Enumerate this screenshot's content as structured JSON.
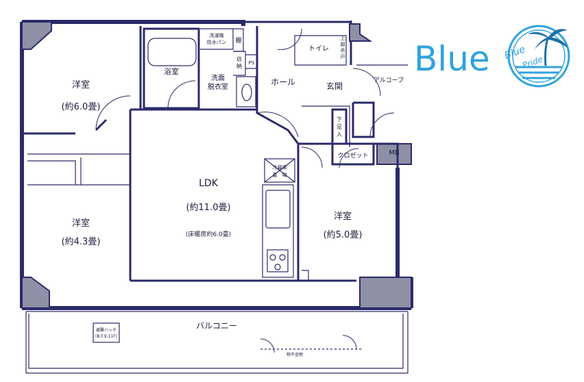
{
  "floorplan": {
    "rooms": {
      "western_nw": {
        "name": "洋室",
        "size": "(約6.0畳)"
      },
      "western_w": {
        "name": "洋室",
        "size": "(約4.3畳)"
      },
      "western_e": {
        "name": "洋室",
        "size": "(約5.0畳)"
      },
      "ldk": {
        "name": "LDK",
        "size": "(約11.0畳)",
        "note": "(床暖房約6.0畳)"
      },
      "bath": {
        "name": "浴室"
      },
      "washroom": {
        "line1": "洗面",
        "line2": "脱衣室"
      },
      "laundry": {
        "line1": "洗濯機",
        "line2": "防水パン"
      },
      "shelf": {
        "name": "棚"
      },
      "storage": {
        "line1": "収",
        "line2": "納"
      },
      "ps": {
        "name": "PS"
      },
      "hall": {
        "name": "ホール"
      },
      "entrance": {
        "name": "玄関"
      },
      "toilet": {
        "name": "トイレ"
      },
      "upper_storage": {
        "chars": [
          "上",
          "部",
          "吊",
          "戸"
        ]
      },
      "shoe": {
        "chars": [
          "下",
          "足",
          "入"
        ]
      },
      "alcove": {
        "name": "アルコーブ"
      },
      "mb": {
        "name": "MB"
      },
      "closet": {
        "name": "クロゼット"
      },
      "fridge": {
        "line1": "冷蔵庫",
        "line2": "置　場"
      },
      "balcony": {
        "name": "バルコニー"
      },
      "hatch": {
        "line1": "避難ハッチ",
        "line2": "(B.F.9.11F)"
      },
      "laundry_rack": {
        "name": "物干金物"
      }
    }
  },
  "logo": {
    "word": "Blue",
    "script_line1": "Blue",
    "script_line2": "Pride",
    "colors": {
      "primary": "#2ea3dc",
      "dark": "#1b6fa8"
    },
    "icon": "palm-tree-sun-icon"
  },
  "colors": {
    "wall": "#2a2a6a",
    "column": "#8e90a6",
    "text": "#1c1c3c"
  }
}
